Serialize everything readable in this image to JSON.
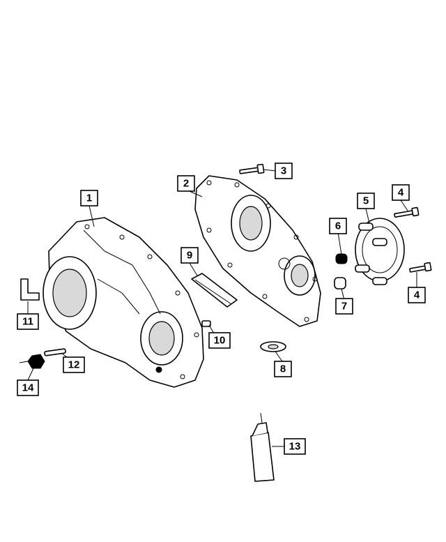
{
  "callouts": [
    {
      "id": "1",
      "label": "1"
    },
    {
      "id": "2",
      "label": "2"
    },
    {
      "id": "3",
      "label": "3"
    },
    {
      "id": "4a",
      "label": "4"
    },
    {
      "id": "4b",
      "label": "4"
    },
    {
      "id": "5",
      "label": "5"
    },
    {
      "id": "6",
      "label": "6"
    },
    {
      "id": "7",
      "label": "7"
    },
    {
      "id": "8",
      "label": "8"
    },
    {
      "id": "9",
      "label": "9"
    },
    {
      "id": "10",
      "label": "10"
    },
    {
      "id": "11",
      "label": "11"
    },
    {
      "id": "12",
      "label": "12"
    },
    {
      "id": "13",
      "label": "13"
    },
    {
      "id": "14",
      "label": "14"
    }
  ],
  "colors": {
    "line": "#000000",
    "background": "#ffffff"
  }
}
